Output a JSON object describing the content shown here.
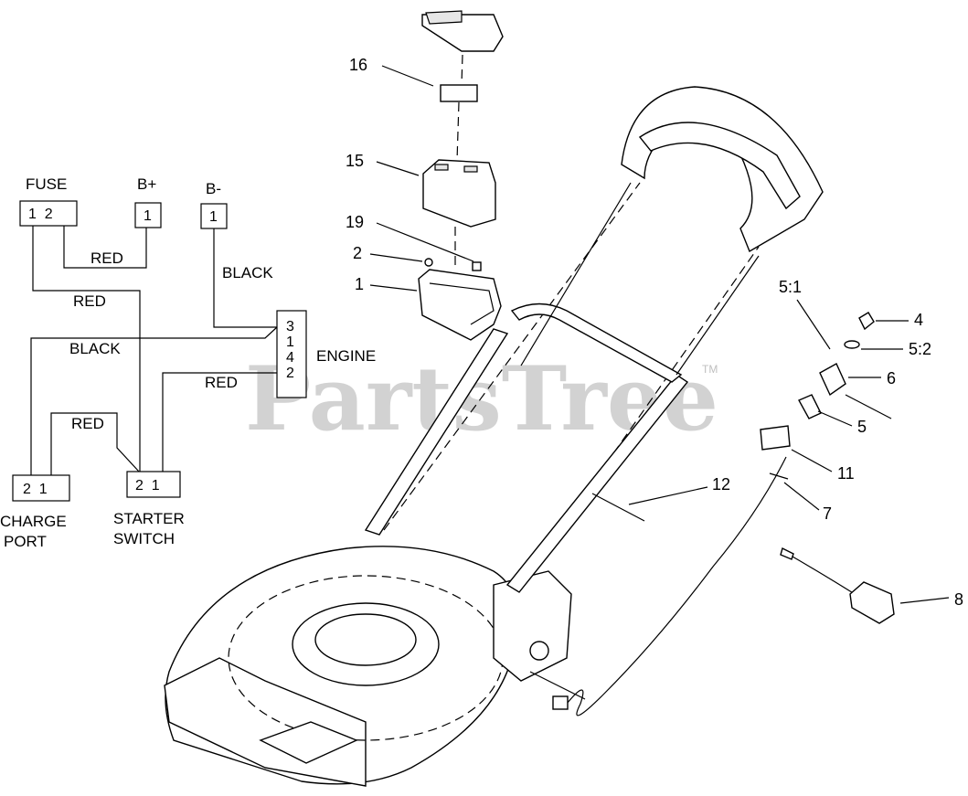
{
  "watermark": {
    "text": "PartsTree",
    "trademark": "TM"
  },
  "schematic": {
    "fuse": {
      "label": "FUSE",
      "pins": "1  2"
    },
    "bplus": {
      "label": "B+",
      "pin": "1"
    },
    "bminus": {
      "label": "B-",
      "pin": "1"
    },
    "engine": {
      "label": "ENGINE",
      "pins": [
        "3",
        "1",
        "4",
        "2"
      ]
    },
    "charge_port": {
      "label_line1": "CHARGE",
      "label_line2": "PORT",
      "pins": "2  1"
    },
    "starter_switch": {
      "label_line1": "STARTER",
      "label_line2": "SWITCH",
      "pins": "2  1"
    },
    "wires": {
      "fuse_bplus": "RED",
      "bminus_engine": "BLACK",
      "fuse_starter": "RED",
      "engine_charge": "BLACK",
      "engine_starter": "RED",
      "charge_starter": "RED"
    }
  },
  "callouts": {
    "c16": "16",
    "c15": "15",
    "c19": "19",
    "c2": "2",
    "c1": "1",
    "c5_1": "5:1",
    "c4": "4",
    "c5_2": "5:2",
    "c6": "6",
    "c5": "5",
    "c11": "11",
    "c12": "12",
    "c7": "7",
    "c8": "8"
  }
}
